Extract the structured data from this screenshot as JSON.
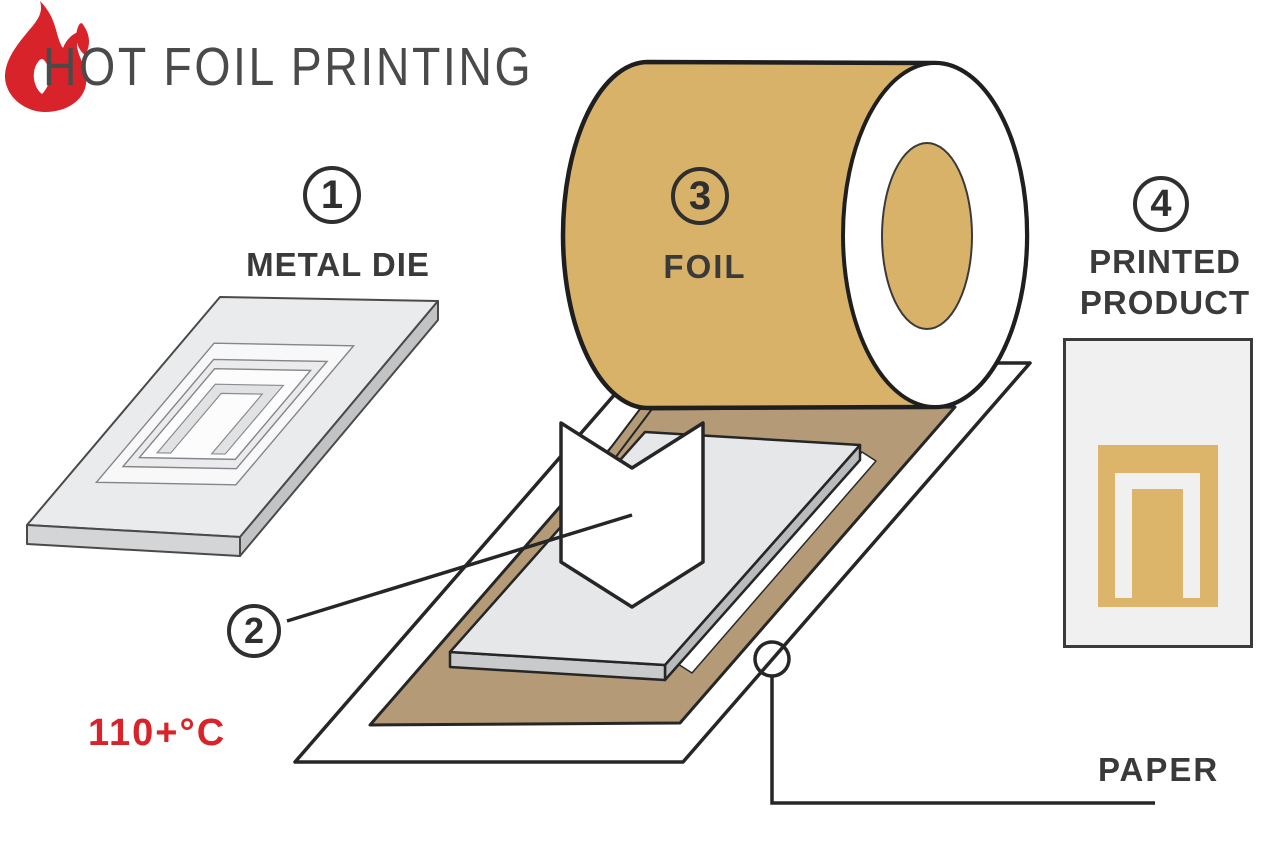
{
  "title": "HOT FOIL PRINTING",
  "steps": {
    "die": {
      "number": "1",
      "label": "METAL DIE"
    },
    "press": {
      "number": "2",
      "temperature": "110+°C"
    },
    "foil": {
      "number": "3",
      "label": "FOIL"
    },
    "product": {
      "number": "4",
      "label_top": "PRINTED",
      "label_bottom": "PRODUCT"
    }
  },
  "labels": {
    "paper": "PAPER"
  },
  "colors": {
    "foil_gold": "#d9b269",
    "foil_ribbon_tan": "#b49a76",
    "product_gold": "#dcb56a",
    "heat_red": "#d8232a",
    "ink": "#3a3a3a",
    "plate_gray": "#e6e7e9",
    "outline": "#262626"
  },
  "icons": {
    "heat": "flame-icon",
    "press_direction": "down-chevron-arrow-icon"
  }
}
